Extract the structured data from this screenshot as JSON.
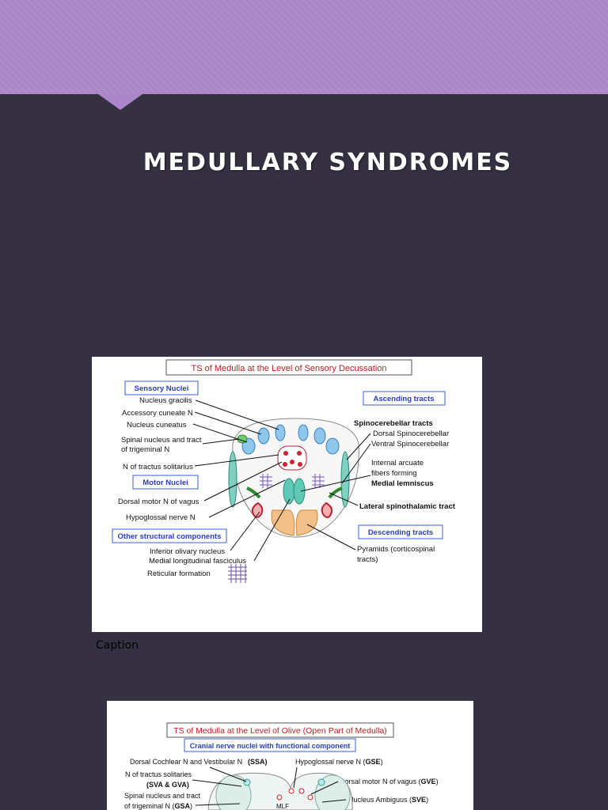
{
  "slide": {
    "title": "MEDULLARY SYNDROMES",
    "caption": "Caption"
  },
  "figure1": {
    "heading": "TS of Medulla at the Level of Sensory Decussation",
    "sensory_box": "Sensory Nuclei",
    "sensory": [
      "Nucleus gracilis",
      "Accessory cuneate N",
      "Nucleus cuneatus",
      "Spinal nucleus and tract",
      "of trigeminal N",
      "N of tractus solitarius"
    ],
    "motor_box": "Motor Nuclei",
    "motor": [
      "Dorsal motor N of vagus",
      "Hypoglossal nerve N"
    ],
    "other_box": "Other structural components",
    "other": [
      "Inferior olivary nucleus",
      "Medial longitudinal fasciculus",
      "Reticular formation"
    ],
    "ascending_box": "Ascending tracts",
    "spinocerebellar_heading": "Spinocerebellar tracts",
    "ascending": [
      "Dorsal Spinocerebellar",
      "Ventral Spinocerebellar",
      "Internal arcuate",
      "fibers  forming",
      "Medial lemniscus",
      "Lateral spinothalamic tract"
    ],
    "descending_box": "Descending tracts",
    "descending": [
      "Pyramids (corticospinal",
      "tracts)"
    ]
  },
  "figure2": {
    "heading": "TS of Medulla at the Level of Olive (Open Part of Medulla)",
    "subheading": "Cranial nerve nuclei with functional component",
    "left": [
      "Dorsal Cochlear N and  Vestibular N",
      "(SSA)",
      "N of tractus solitaries",
      "(SVA & GVA)",
      "Spinal nucleus and tract",
      "of trigeminal N (",
      "GSA",
      ")"
    ],
    "right": [
      "Hypoglossal nerve N (",
      "GSE",
      ")",
      "Dorsal motor N of vagus (",
      "GVE",
      ")",
      "Nucleus Ambiguus (",
      "SVE",
      ")"
    ],
    "mlf": "MLF"
  }
}
